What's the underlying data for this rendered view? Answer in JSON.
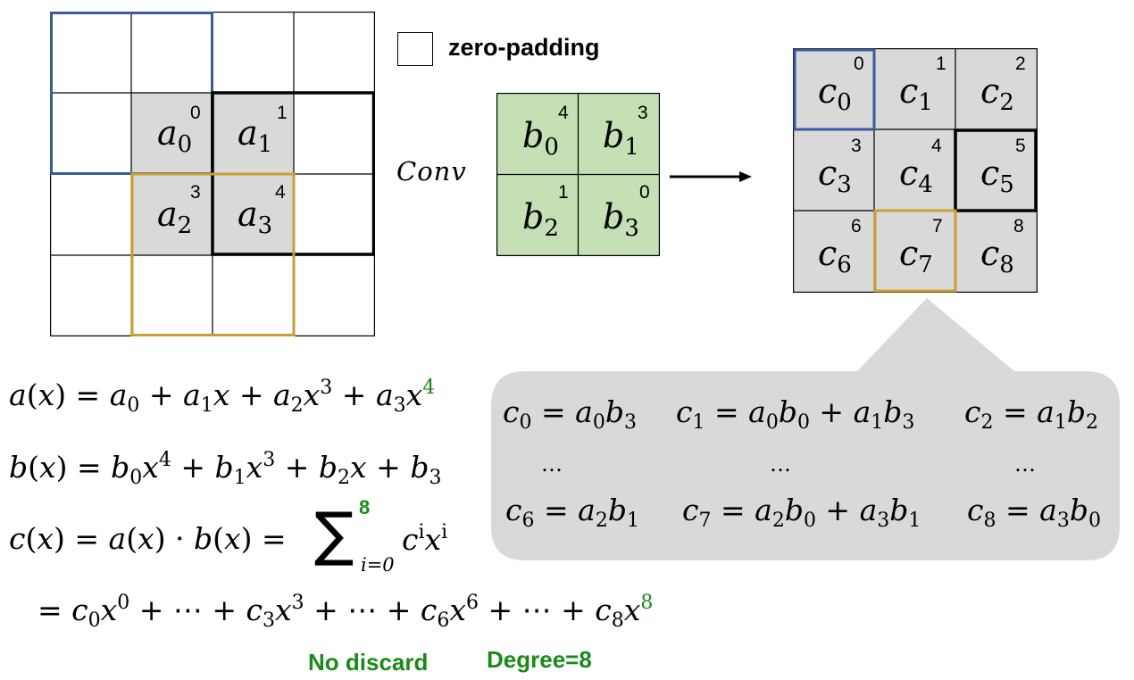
{
  "legend": {
    "label": "zero-padding"
  },
  "conv_label": "Conv",
  "input_grid": {
    "cells": [
      {
        "var": "a",
        "sub": "0",
        "idx": "0"
      },
      {
        "var": "a",
        "sub": "1",
        "idx": "1"
      },
      {
        "var": "a",
        "sub": "2",
        "idx": "3"
      },
      {
        "var": "a",
        "sub": "3",
        "idx": "4"
      }
    ]
  },
  "kernel": {
    "cells": [
      {
        "var": "b",
        "sub": "0",
        "idx": "4"
      },
      {
        "var": "b",
        "sub": "1",
        "idx": "3"
      },
      {
        "var": "b",
        "sub": "2",
        "idx": "1"
      },
      {
        "var": "b",
        "sub": "3",
        "idx": "0"
      }
    ]
  },
  "output_grid": {
    "cells": [
      {
        "var": "c",
        "sub": "0",
        "idx": "0"
      },
      {
        "var": "c",
        "sub": "1",
        "idx": "1"
      },
      {
        "var": "c",
        "sub": "2",
        "idx": "2"
      },
      {
        "var": "c",
        "sub": "3",
        "idx": "3"
      },
      {
        "var": "c",
        "sub": "4",
        "idx": "4"
      },
      {
        "var": "c",
        "sub": "5",
        "idx": "5"
      },
      {
        "var": "c",
        "sub": "6",
        "idx": "6"
      },
      {
        "var": "c",
        "sub": "7",
        "idx": "7"
      },
      {
        "var": "c",
        "sub": "8",
        "idx": "8"
      }
    ]
  },
  "callout": {
    "row1": [
      "c_0 = a_0 b_3",
      "c_1 = a_0 b_0 + a_1 b_3",
      "c_2 = a_1 b_2"
    ],
    "ellipsis": "…",
    "row3": [
      "c_6 = a_2 b_1",
      "c_7 = a_2 b_0 + a_3 b_1",
      "c_8 = a_3 b_0"
    ]
  },
  "equations": {
    "a": "a(x) = a_0 + a_1 x + a_2 x^3 + a_3 x^4",
    "b": "b(x) = b_0 x^4 + b_1 x^3 + b_2 x + b_3",
    "c": "c(x) = a(x) · b(x) = ∑ c^i x^i",
    "sum_upper": "8",
    "sum_lower": "i=0",
    "c2": "= c_0 x^0 + ⋯ + c_3 x^3 + ⋯ + c_6 x^6 + ⋯ + c_8 x^8"
  },
  "notes": {
    "no_discard": "No discard",
    "degree": "Degree=8"
  },
  "colors": {
    "grey": "#d9d9d9",
    "green_cell": "#c5e0b4",
    "blue": "#3a5a9a",
    "gold": "#c9a033",
    "green_text": "#1a8a1a"
  }
}
